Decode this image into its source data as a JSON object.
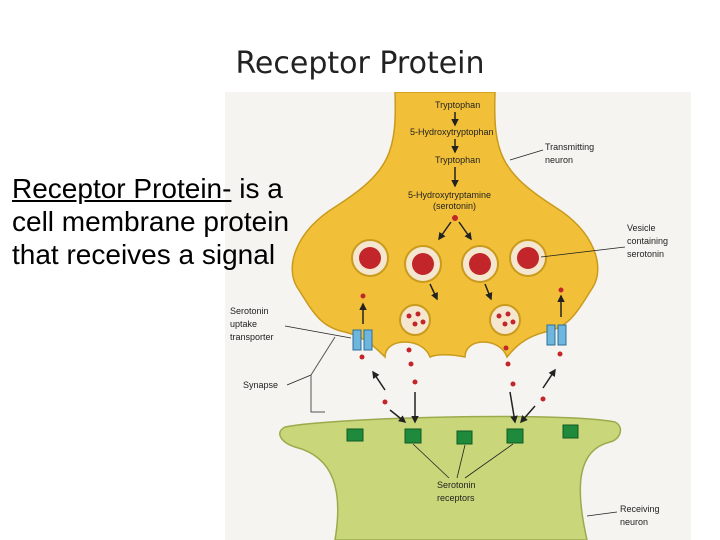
{
  "slide": {
    "title": "Receptor Protein",
    "definition_term": "Receptor Protein-",
    "definition_body": "is a cell membrane protein that receives a signal"
  },
  "diagram": {
    "pathway": [
      "Tryptophan",
      "5-Hydroxytryptophan",
      "Tryptophan",
      "5-Hydroxytryptamine",
      "(serotonin)"
    ],
    "labels": {
      "transmitting_neuron": [
        "Transmitting",
        "neuron"
      ],
      "vesicle": [
        "Vesicle",
        "containing",
        "serotonin"
      ],
      "transporter": [
        "Serotonin",
        "uptake",
        "transporter"
      ],
      "synapse": "Synapse",
      "receptors": [
        "Serotonin",
        "receptors"
      ],
      "receiving_neuron": [
        "Receiving",
        "neuron"
      ]
    },
    "colors": {
      "transmitting_neuron": "#f2c038",
      "receiving_neuron": "#c9d77a",
      "vesicle": "#f5e6d0",
      "serotonin": "#c2262b",
      "receptor": "#1f8a3c",
      "transporter": "#6fb6df"
    }
  }
}
